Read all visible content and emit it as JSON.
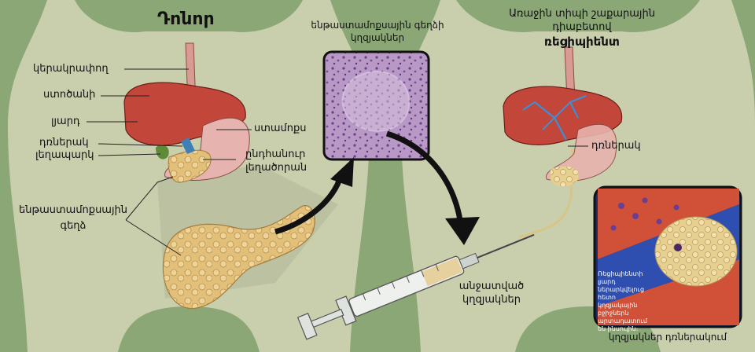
{
  "donor": {
    "title": "Դոնոր",
    "labels": {
      "gallbladder": "կերակրափող",
      "stomach_left": "ստոծանի",
      "liver": "լյարդ",
      "portal_vein": "դռներակ",
      "splenic_vein": "լեղապարկ",
      "stomach": "ստամոքս",
      "duct": "ընդհանուր\nլեղածորան",
      "pancreas": "ենթաստամոքսային\nգեղձ"
    }
  },
  "islets": {
    "title": "ենթաստամոքսային գեղձի\nկղզյակներ"
  },
  "recipient": {
    "title_line1": "Առաջին տիպի շաքարային",
    "title_line2": "դիաբետով",
    "title_bold": "ռեցիպիենտ",
    "portal_label": "դռներակ",
    "inset_text": "Ռեցիպիենտի լյարդ ներարկվելուց հետո կղզյակային բջիջներն արտադատում են ինսուլին։",
    "inset_caption": "կղզյակներ դռներակում"
  },
  "syringe": {
    "label": "անջատված\nկղզյակներ"
  },
  "colors": {
    "background": "#8aa775",
    "body": "#c9cfad",
    "liver": "#c2463a",
    "pancreas": "#e3c07a",
    "islet_tissue": "#a884b8"
  }
}
